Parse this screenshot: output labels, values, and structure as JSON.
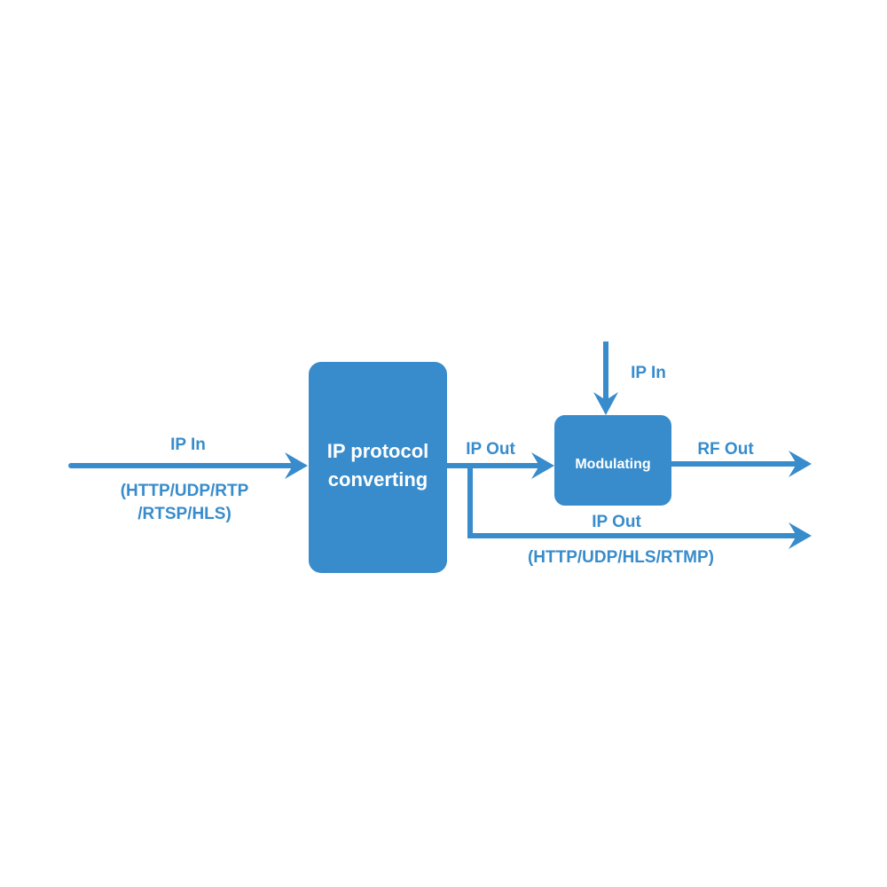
{
  "colors": {
    "primary": "#388ccc",
    "background": "#ffffff"
  },
  "input": {
    "label": "IP In",
    "protocols_line1": "(HTTP/UDP/RTP",
    "protocols_line2": "/RTSP/HLS)"
  },
  "converter": {
    "line1": "IP protocol",
    "line2": "converting"
  },
  "ip_out_to_modulator": {
    "label": "IP Out"
  },
  "modulator": {
    "label": "Modulating",
    "input_label": "IP In"
  },
  "rf_out": {
    "label": "RF Out"
  },
  "ip_out_branch": {
    "label": "IP Out",
    "protocols": "(HTTP/UDP/HLS/RTMP)"
  }
}
